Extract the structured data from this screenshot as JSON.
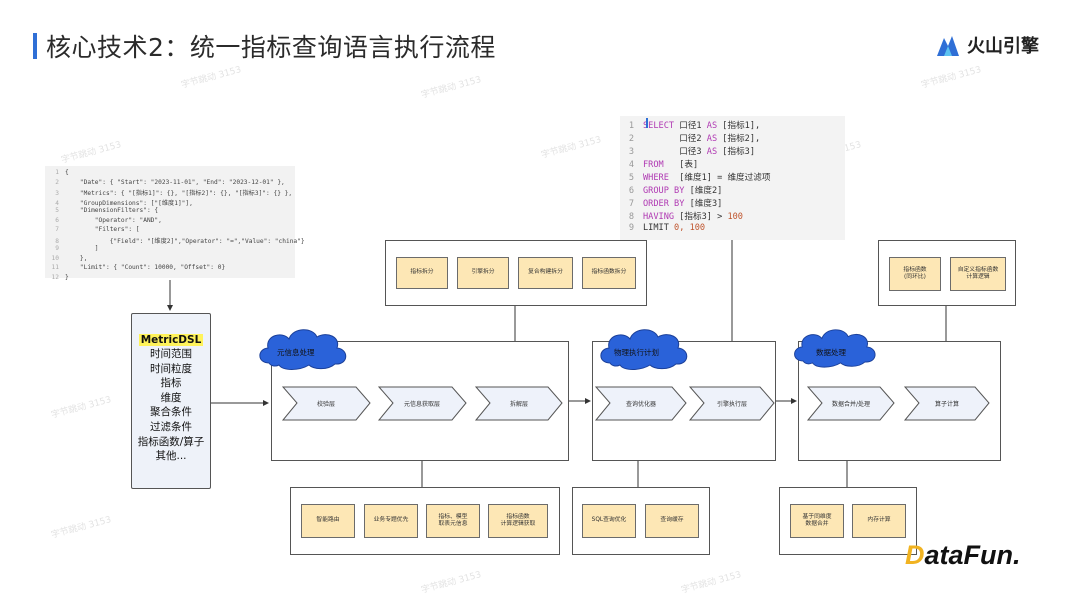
{
  "header": {
    "title": "核心技术2：统一指标查询语言执行流程",
    "brand_name": "火山引擎",
    "brand_icon": "volcano-logo-icon"
  },
  "json_code": [
    {
      "n": "1",
      "t": "{"
    },
    {
      "n": "2",
      "t": "    \"Date\": { \"Start\": \"2023-11-01\", \"End\": \"2023-12-01\" },"
    },
    {
      "n": "3",
      "t": "    \"Metrics\": { \"[指标1]\": {}, \"[指标2]\": {}, \"[指标3]\": {} },"
    },
    {
      "n": "4",
      "t": "    \"GroupDimensions\": [\"[维度1]\"],"
    },
    {
      "n": "5",
      "t": "    \"DimensionFilters\": {"
    },
    {
      "n": "6",
      "t": "        \"Operator\": \"AND\","
    },
    {
      "n": "7",
      "t": "        \"Filters\": ["
    },
    {
      "n": "8",
      "t": "            {\"Field\": \"[维度2]\",\"Operator\": \"=\",\"Value\": \"china\"}"
    },
    {
      "n": "9",
      "t": "        ]"
    },
    {
      "n": "10",
      "t": "    },"
    },
    {
      "n": "11",
      "t": "    \"Limit\": { \"Count\": 10000, \"Offset\": 0}"
    },
    {
      "n": "12",
      "t": "}"
    }
  ],
  "sql_code": [
    {
      "n": "1",
      "kw": "SELECT",
      "t": " 口径1 ",
      "kw2": "AS",
      "t2": " [指标1],"
    },
    {
      "n": "2",
      "kw": "",
      "t": "       口径2 ",
      "kw2": "AS",
      "t2": " [指标2],"
    },
    {
      "n": "3",
      "kw": "",
      "t": "       口径3 ",
      "kw2": "AS",
      "t2": " [指标3]"
    },
    {
      "n": "4",
      "kw": "FROM",
      "t": "   [表]",
      "kw2": "",
      "t2": ""
    },
    {
      "n": "5",
      "kw": "WHERE",
      "t": "  [维度1] = 维度过滤项",
      "kw2": "",
      "t2": ""
    },
    {
      "n": "6",
      "kw": "GROUP BY",
      "t": " [维度2]",
      "kw2": "",
      "t2": ""
    },
    {
      "n": "7",
      "kw": "ORDER BY",
      "t": " [维度3]",
      "kw2": "",
      "t2": ""
    },
    {
      "n": "8",
      "kw": "HAVING",
      "t": " [指标3] > ",
      "kw2": "",
      "t2": "",
      "num": "100"
    },
    {
      "n": "9",
      "kw": "",
      "t": "LIMIT ",
      "kw2": "",
      "t2": "",
      "num": "0, 100"
    }
  ],
  "dsl": {
    "title": "MetricDSL",
    "items": [
      "时间范围",
      "时间粒度",
      "指标",
      "维度",
      "聚合条件",
      "过滤条件",
      "指标函数/算子",
      "其他..."
    ]
  },
  "stages": [
    {
      "cloud": "元信息处理",
      "steps": [
        "校验层",
        "元信息获取层",
        "拆解层"
      ]
    },
    {
      "cloud": "物理执行计划",
      "steps": [
        "查询优化器",
        "引擎执行层"
      ]
    },
    {
      "cloud": "数据处理",
      "steps": [
        "数据合并/处理",
        "算子计算"
      ]
    }
  ],
  "top_groups": {
    "split": [
      "指标拆分",
      "引擎拆分",
      "复合构建拆分",
      "指标函数拆分"
    ],
    "functions": [
      "指标函数\n(同环比)",
      "自定义指标函数\n计算逻辑"
    ]
  },
  "bottom_groups": {
    "meta": [
      "智能路由",
      "业务专题优先",
      "指标、模型\n取表元信息",
      "指标函数\n计算逻辑获取"
    ],
    "optimize": [
      "SQL查询优化",
      "查询缓存"
    ],
    "data": [
      "基于同维度\n数据合并",
      "内存计算"
    ]
  },
  "watermark": "字节跳动 3153",
  "footer_logo": {
    "accent": "D",
    "rest": "ataFun."
  },
  "colors": {
    "accent_blue": "#2f6fd6",
    "cloud_blue": "#2a62d9",
    "box_yellow": "#fde7b5",
    "dsl_highlight": "#fff35a",
    "datafun_yellow": "#f1b321"
  }
}
